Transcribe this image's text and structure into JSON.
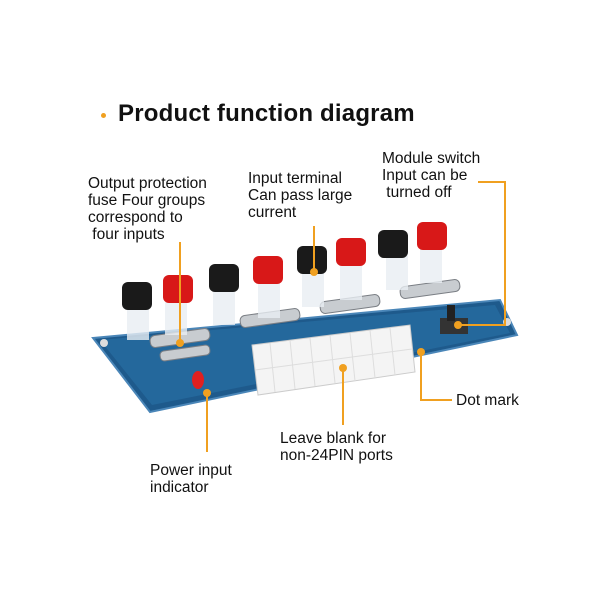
{
  "title": "Product function diagram",
  "colors": {
    "accent": "#f0a020",
    "board": "#1e5a8c",
    "red_terminal": "#d81818",
    "black_terminal": "#1a1a1a"
  },
  "labels": {
    "output_protection": [
      "Output protection",
      "fuse Four groups",
      "correspond to",
      " four inputs"
    ],
    "input_terminal": [
      "Input terminal",
      "Can pass large",
      "current"
    ],
    "module_switch": [
      "Module switch",
      "Input can be",
      " turned off"
    ],
    "dot_mark": [
      "Dot mark"
    ],
    "leave_blank": [
      "Leave blank for",
      "non-24PIN ports"
    ],
    "power_indicator": [
      "Power input",
      "indicator"
    ]
  }
}
